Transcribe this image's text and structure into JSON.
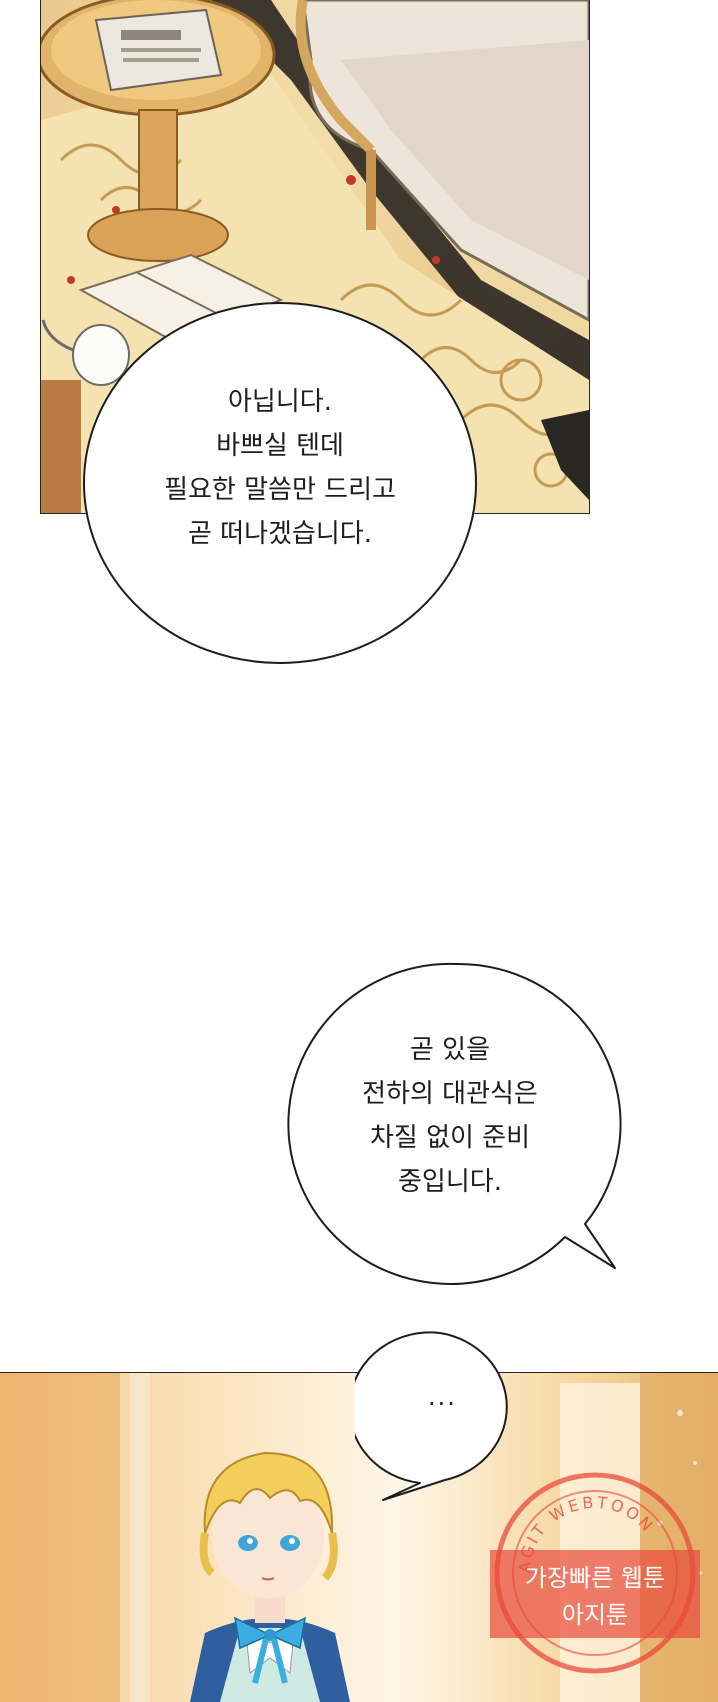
{
  "bubble_1": {
    "lines": [
      "아닙니다.",
      "바쁘실 텐데",
      "필요한 말씀만 드리고",
      "곧 떠나겠습니다."
    ]
  },
  "bubble_2": {
    "lines": [
      "곧 있을",
      "전하의 대관식은",
      "차질 없이 준비",
      "중입니다."
    ]
  },
  "bubble_3": {
    "text": "..."
  },
  "watermark": {
    "ring_text": "AGIT WEBTOON",
    "line_1": "가장빠른 웹툰",
    "line_2": "아지툰"
  },
  "colors": {
    "rug_gold": "#e9c98f",
    "rug_dark": "#2a2622",
    "sofa": "#ede4da",
    "watermark_red": "#e84a3a",
    "hair_blonde": "#f2cf5a",
    "ribbon_blue": "#3aaee0"
  }
}
